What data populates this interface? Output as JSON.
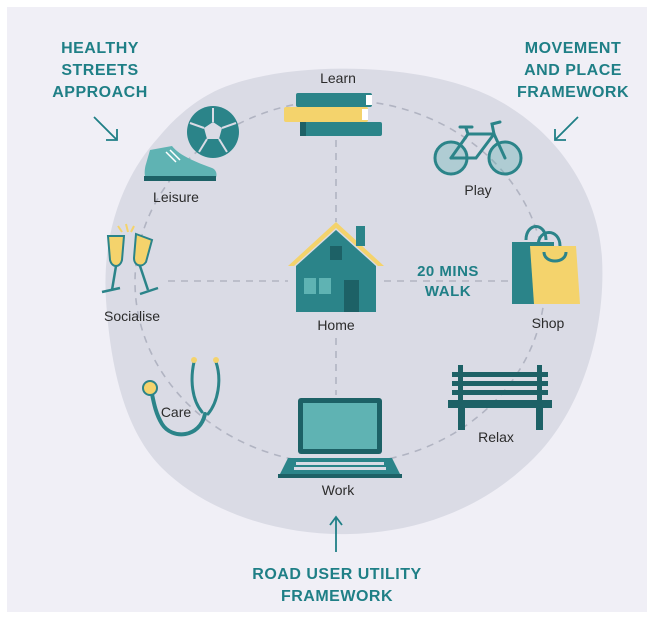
{
  "colors": {
    "page_bg": "#f0eff6",
    "blob": "#dadbe5",
    "teal": "#2b8489",
    "teal_dark": "#1d6166",
    "teal_light": "#5fb3b3",
    "yellow": "#f4d36c",
    "heading": "#1f7f86"
  },
  "headings": {
    "healthy_streets": "HEALTHY\nSTREETS\nAPPROACH",
    "movement_place": "MOVEMENT\nAND PLACE\nFRAMEWORK",
    "road_user_utility": "ROAD USER UTILITY\nFRAMEWORK"
  },
  "center": {
    "label": "Home",
    "walk_text": "20 MINS\nWALK"
  },
  "activities": {
    "learn": "Learn",
    "play": "Play",
    "shop": "Shop",
    "relax": "Relax",
    "work": "Work",
    "care": "Care",
    "socialise": "Socialise",
    "leisure": "Leisure"
  },
  "icons": {
    "learn": "books-icon",
    "play": "bicycle-icon",
    "shop": "shopping-bag-icon",
    "relax": "bench-icon",
    "work": "laptop-icon",
    "care": "stethoscope-icon",
    "socialise": "champagne-glasses-icon",
    "leisure": "football-and-sneaker-icon",
    "home": "house-icon"
  }
}
